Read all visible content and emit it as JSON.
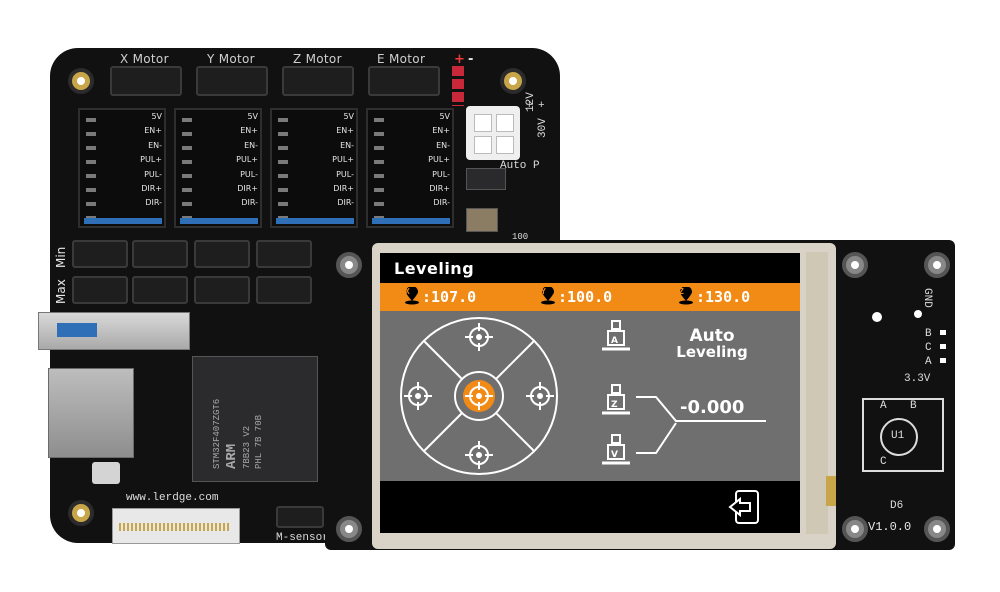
{
  "board": {
    "motor_labels": [
      "X Motor",
      "Y Motor",
      "Z Motor",
      "E Motor"
    ],
    "driver_pin_labels": [
      "5V",
      "EN+",
      "EN-",
      "PUL+",
      "PUL-",
      "DIR+",
      "DIR-"
    ],
    "power_labels": {
      "plus1": "+",
      "minus1": "-",
      "plus2": "+",
      "minus2": "-",
      "plus3": "+",
      "plus4": "+",
      "v12": "12V",
      "v30": "30V",
      "auto_p": "Auto P"
    },
    "side_labels": {
      "min": "Min",
      "max": "Max"
    },
    "website": "www.lerdge.com",
    "m_sensor": "M-sensor",
    "mcu_text": [
      "STM32F407ZGT6",
      "ARM",
      "7BB23 V2",
      "PHL 7B 70B"
    ],
    "resistor": "100"
  },
  "screen": {
    "title": "Leveling",
    "coords": {
      "x_label": ":107.0",
      "y_label": ":100.0",
      "z_label": ":130.0"
    },
    "auto_leveling": [
      "Auto",
      "Leveling"
    ],
    "probe_value": "-0.000",
    "pin_letters": {
      "x": "X",
      "y": "Y",
      "z": "Z"
    },
    "btn_letters": {
      "a": "A",
      "z": "Z",
      "v": "V"
    },
    "colors": {
      "accent": "#f28a16",
      "panel": "#6f6f6f",
      "bar": "#000000"
    }
  },
  "encoder_board": {
    "gnd": "GND",
    "pins": [
      "B",
      "C",
      "A"
    ],
    "voltage": "3.3V",
    "abc": {
      "a": "A",
      "b": "B",
      "c": "C"
    },
    "u1": "U1",
    "d6": "D6",
    "version": "V1.0.0"
  }
}
